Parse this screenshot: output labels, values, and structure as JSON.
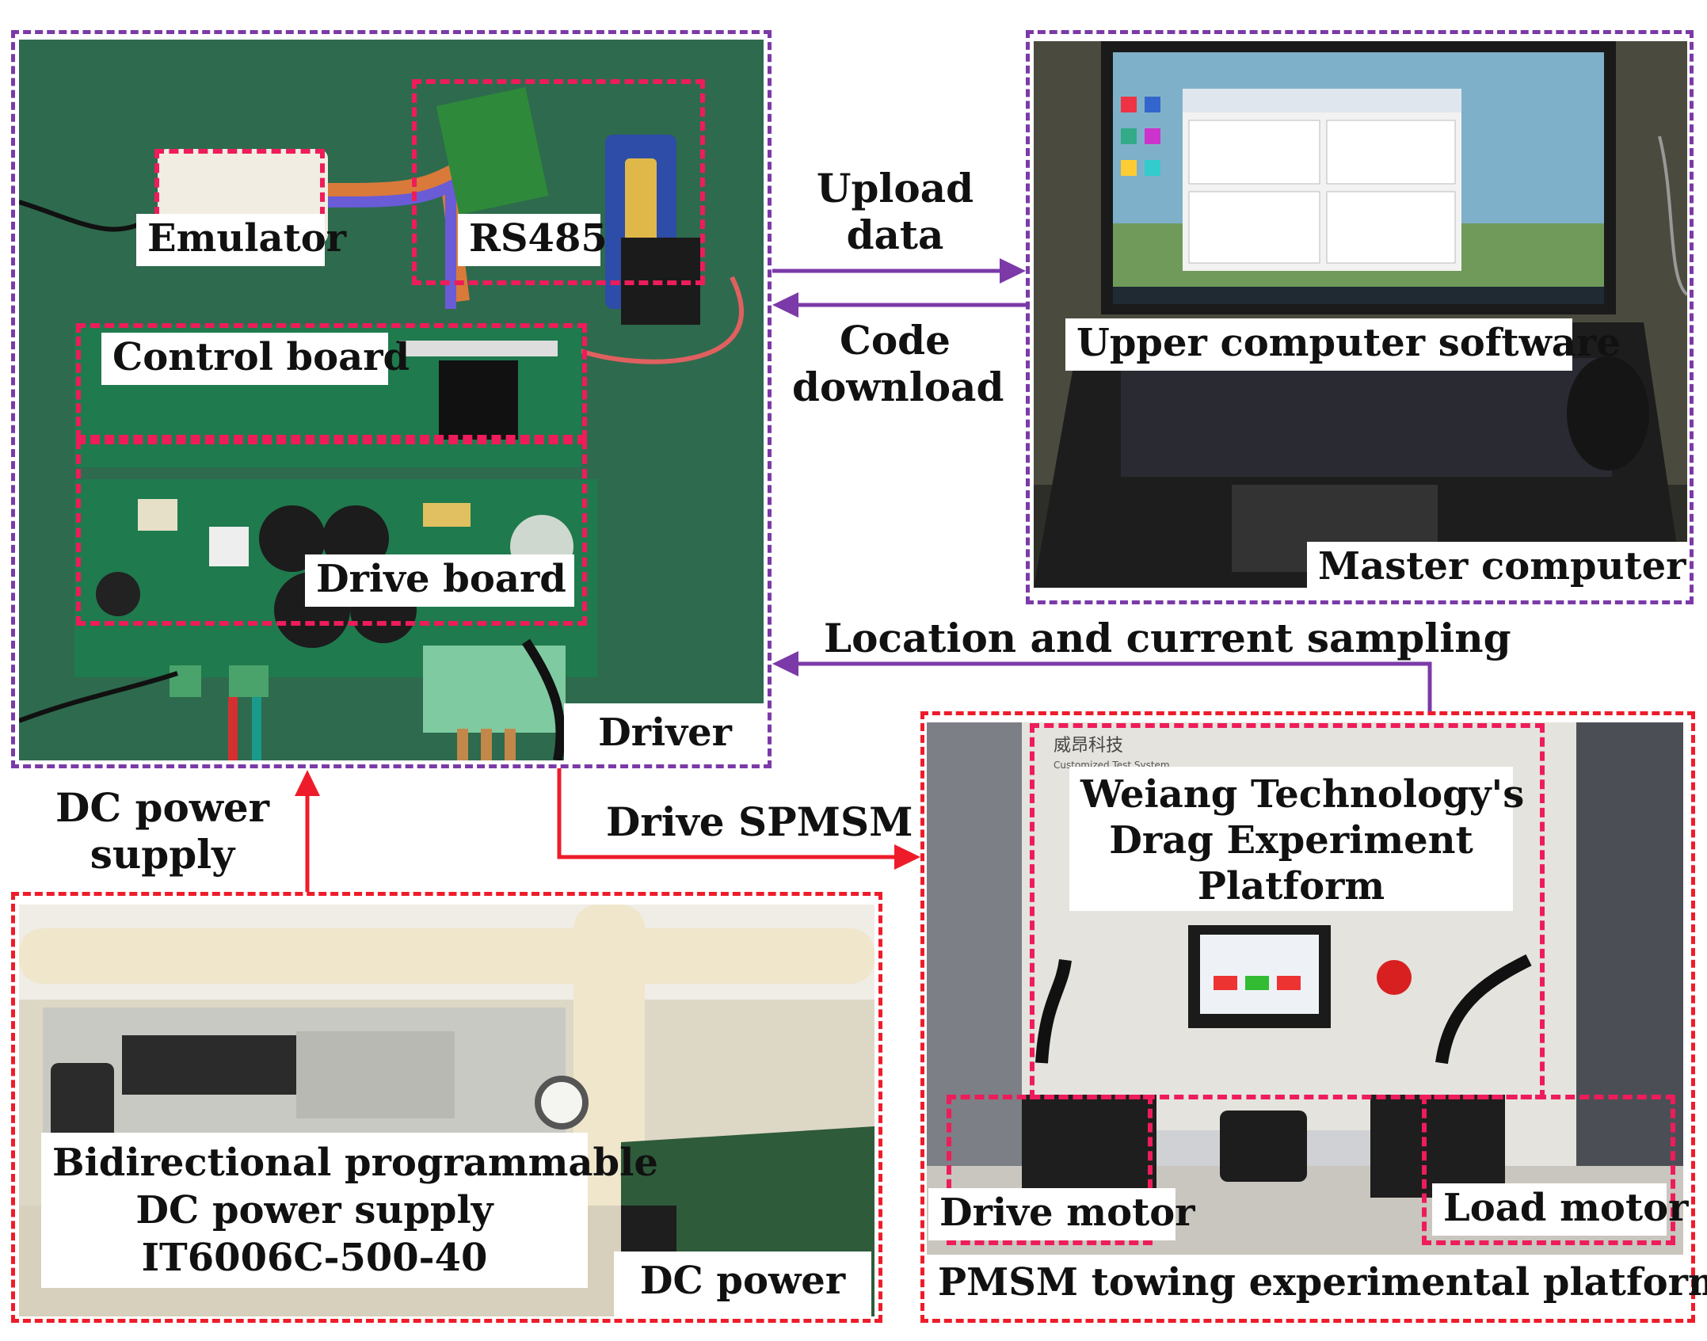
{
  "driver_panel": {
    "labels": {
      "emulator": "Emulator",
      "rs485": "RS485",
      "control_board": "Control board",
      "drive_board": "Drive board",
      "driver": "Driver"
    }
  },
  "computer_panel": {
    "labels": {
      "software": "Upper computer software",
      "master": "Master computer"
    }
  },
  "power_panel": {
    "labels": {
      "description_line1": "Bidirectional programmable",
      "description_line2": "DC power supply",
      "description_line3": "IT6006C-500-40",
      "dc_power": "DC power"
    }
  },
  "platform_panel": {
    "labels": {
      "weiang_line1": "Weiang Technology's",
      "weiang_line2": "Drag Experiment",
      "weiang_line3": "Platform",
      "drive_motor": "Drive motor",
      "load_motor": "Load motor",
      "platform": "PMSM towing experimental platform"
    },
    "sign_text": "威昂科技",
    "sign_subtext": "Customized Test System"
  },
  "connections": {
    "upload_line1": "Upload",
    "upload_line2": "data",
    "code_line1": "Code",
    "code_line2": "download",
    "sampling": "Location and current sampling",
    "drive_spmsm": "Drive SPMSM",
    "dc_supply_line1": "DC power",
    "dc_supply_line2": "supply"
  },
  "colors": {
    "purple_arrow": "#7b3aa8",
    "red_arrow": "#ee1c2a",
    "pink_dash": "#ee1c5a",
    "pcb_green": "#2f6b4f"
  }
}
